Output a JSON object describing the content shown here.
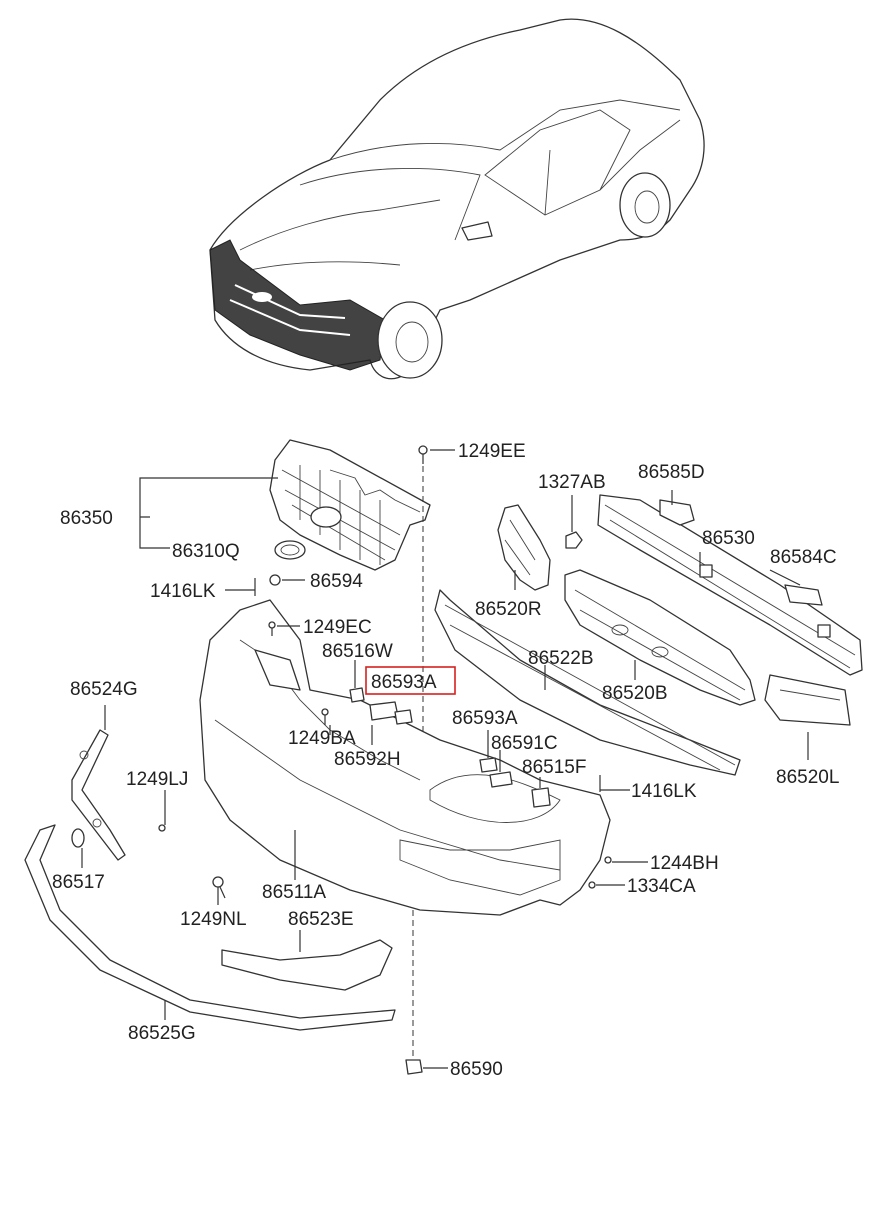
{
  "labels": {
    "p1249EE": "1249EE",
    "p1327AB": "1327AB",
    "p86585D": "86585D",
    "p86350": "86350",
    "p86310Q": "86310Q",
    "p86530": "86530",
    "p86584C": "86584C",
    "p86594": "86594",
    "p1416LK_a": "1416LK",
    "p86520R": "86520R",
    "p1249EC": "1249EC",
    "p86516W": "86516W",
    "p86593A_hl": "86593A",
    "p86522B": "86522B",
    "p86524G": "86524G",
    "p1249BA": "1249BA",
    "p86592H": "86592H",
    "p86593A": "86593A",
    "p86520B": "86520B",
    "p86591C": "86591C",
    "p1249LJ": "1249LJ",
    "p86515F": "86515F",
    "p86520L": "86520L",
    "p1416LK_b": "1416LK",
    "p1244BH": "1244BH",
    "p86517": "86517",
    "p1334CA": "1334CA",
    "p86511A": "86511A",
    "p1249NL": "1249NL",
    "p86523E": "86523E",
    "p86525G": "86525G",
    "p86590": "86590"
  },
  "highlight": {
    "part": "86593A",
    "color": "#d62020"
  }
}
